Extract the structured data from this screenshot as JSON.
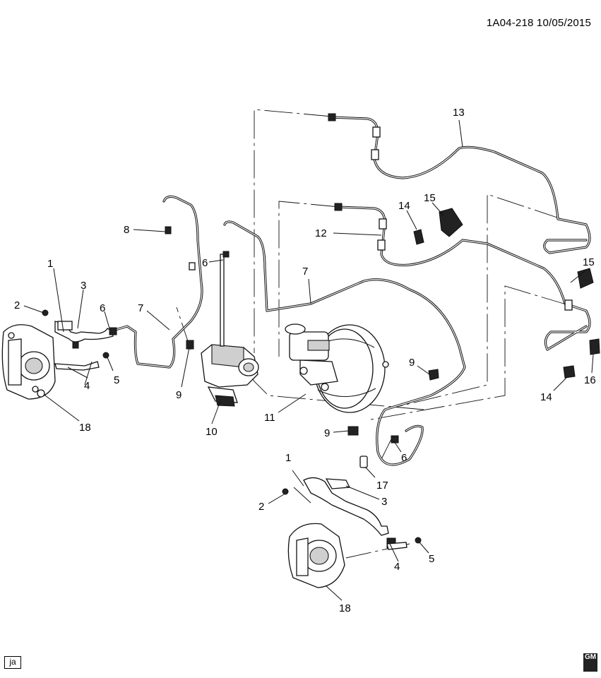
{
  "header": {
    "diagram_id": "1A04-218",
    "date": "10/05/2015"
  },
  "callouts": {
    "c1a": "1",
    "c1b": "1",
    "c2a": "2",
    "c2b": "2",
    "c3a": "3",
    "c3b": "3",
    "c4a": "4",
    "c4b": "4",
    "c5a": "5",
    "c5b": "5",
    "c6a": "6",
    "c6b": "6",
    "c6c": "6",
    "c7a": "7",
    "c7b": "7",
    "c8": "8",
    "c9a": "9",
    "c9b": "9",
    "c9c": "9",
    "c10": "10",
    "c11": "11",
    "c12": "12",
    "c13": "13",
    "c14a": "14",
    "c14b": "14",
    "c15a": "15",
    "c15b": "15",
    "c16": "16",
    "c17": "17",
    "c18a": "18",
    "c18b": "18"
  },
  "footer": {
    "artist_initials": "ja",
    "logo": "GM"
  }
}
